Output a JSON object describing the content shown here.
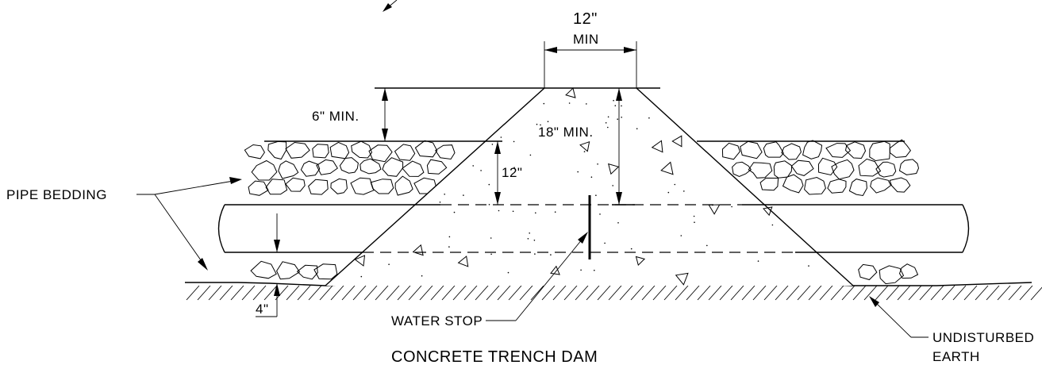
{
  "labels": {
    "top_width": "12\"",
    "top_width_min": "MIN",
    "cover": "6\" MIN.",
    "dam_height": "18\" MIN.",
    "bedding_depth": "12\"",
    "under_pipe": "4\"",
    "pipe_bedding": "PIPE BEDDING",
    "water_stop": "WATER STOP",
    "undisturbed_line1": "UNDISTURBED",
    "undisturbed_line2": "EARTH",
    "title": "CONCRETE TRENCH DAM"
  }
}
